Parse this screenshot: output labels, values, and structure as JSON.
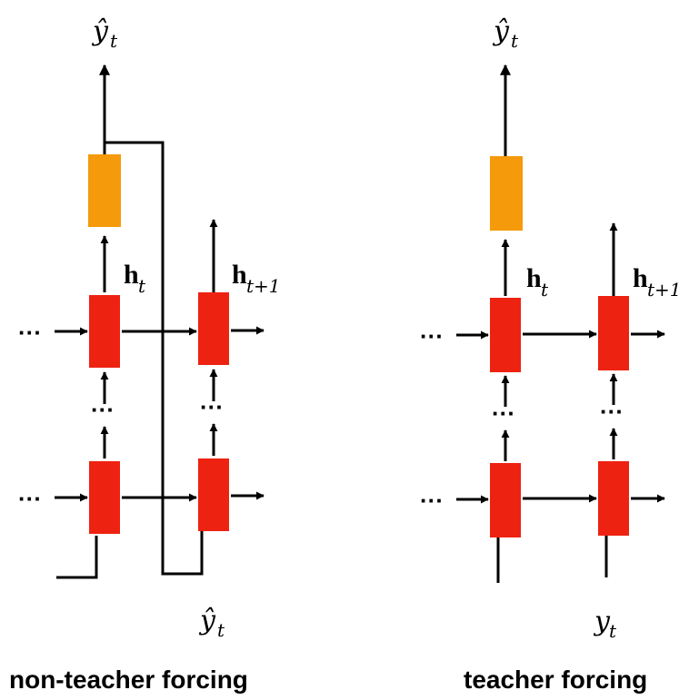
{
  "colors": {
    "rnn_cell": "#ee2211",
    "output_cell": "#f59a0a",
    "line": "#000000",
    "background": "#ffffff"
  },
  "left": {
    "caption": "non-teacher forcing",
    "output_label": "ŷ",
    "output_sub": "t",
    "feedback_label": "ŷ",
    "feedback_sub": "t",
    "hidden_t": "h",
    "hidden_t_sub": "t",
    "hidden_t1": "h",
    "hidden_t1_sub": "t+1",
    "ellipsis": "···"
  },
  "right": {
    "caption": "teacher forcing",
    "output_label": "ŷ",
    "output_sub": "t",
    "input_label": "y",
    "input_sub": "t",
    "hidden_t": "h",
    "hidden_t_sub": "t",
    "hidden_t1": "h",
    "hidden_t1_sub": "t+1",
    "ellipsis": "···"
  }
}
